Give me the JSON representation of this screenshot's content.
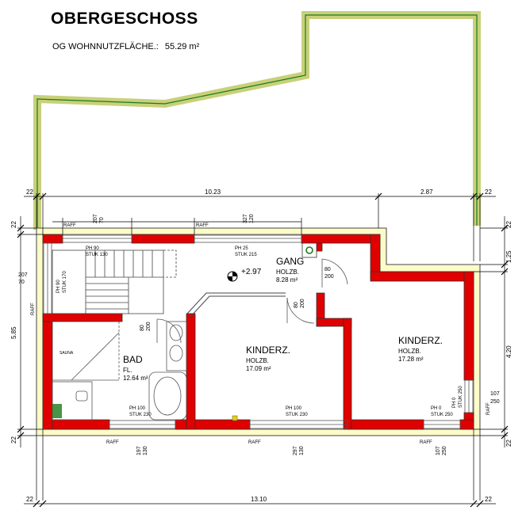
{
  "title": "OBERGESCHOSS",
  "subtitle_label": "OG WOHNNUTZFLÄCHE.:",
  "subtitle_value": "55.29 m²",
  "rooms": {
    "gang": {
      "name": "GANG",
      "floor": "HOLZB.",
      "area": "8.28 m²"
    },
    "bad": {
      "name": "BAD",
      "floor": "FL.",
      "area": "12.64 m²"
    },
    "kinderz1": {
      "name": "KINDERZ.",
      "floor": "HOLZB.",
      "area": "17.09 m²"
    },
    "kinderz2": {
      "name": "KINDERZ.",
      "floor": "HOLZB.",
      "area": "17.28 m²"
    }
  },
  "level_marker": "+2.97",
  "sauna_label": "SAUNA",
  "dims": {
    "top_22": "22",
    "top_1023": "10.23",
    "top_287": "2.87",
    "top_r22": "22",
    "bottom_22": "22",
    "bottom_1310": "13.10",
    "bottom_r22": "22",
    "left_22top": "22",
    "left_585": "5.85",
    "left_22bot": "22",
    "right_22top": "22",
    "right_125": "1.25",
    "right_420": "4.20",
    "right_22bot": "22",
    "w1_top": "207",
    "w1_bot": "70",
    "w2_top": "327",
    "w2_bot": "120",
    "wl_top": "207",
    "wl_bot": "70",
    "wb1_top": "197",
    "wb1_bot": "130",
    "wb2_top": "297",
    "wb2_bot": "130",
    "wb3_top": "107",
    "wb3_bot": "250",
    "wr_top": "107",
    "wr_bot": "250",
    "d1_top": "80",
    "d1_bot": "200",
    "d2_top": "80",
    "d2_bot": "200",
    "d3_top": "80",
    "d3_bot": "200"
  },
  "notes": {
    "raff": "RAFF",
    "ph_w1": "PH 90",
    "stuk_w1": "STUK 130",
    "ph_w2": "PH 25",
    "stuk_w2": "STUK 215",
    "ph_wl": "PH 90",
    "stuk_wl": "STUK 170",
    "ph_wb1": "PH 100",
    "stuk_wb1": "STUK 230",
    "ph_wb2": "PH 100",
    "stuk_wb2": "STUK 230",
    "ph_wb3": "PH 0",
    "stuk_wb3": "STUK 250",
    "ph_wr": "PH 0",
    "stuk_wr": "STUK 250"
  }
}
